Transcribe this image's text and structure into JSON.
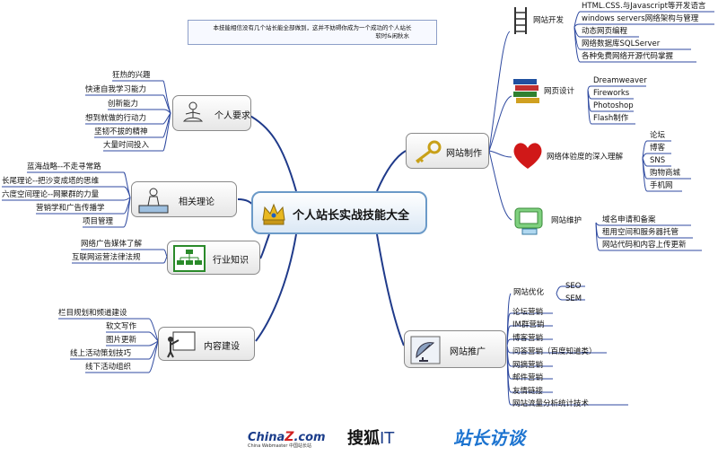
{
  "note": {
    "line1": "本技能相信没有几个站长能全部做到，这并不妨碍你成为一个成功的个人站长",
    "line2": "软时&闲秋水"
  },
  "center": {
    "title": "个人站长实战技能大全"
  },
  "left": {
    "personal": {
      "title": "个人要求",
      "items": [
        "狂热的兴趣",
        "快速自我学习能力",
        "创新能力",
        "想到就做的行动力",
        "坚韧不拔的精神",
        "大量时间投入"
      ]
    },
    "theory": {
      "title": "相关理论",
      "items": [
        "蓝海战略--不走寻常路",
        "长尾理论--把沙变成塔的思维",
        "六度空间理论--网聚群的力量",
        "营销学和广告传播学",
        "项目管理"
      ]
    },
    "industry": {
      "title": "行业知识",
      "items": [
        "网络广告媒体了解",
        "互联网运营法律法规"
      ]
    },
    "content": {
      "title": "内容建设",
      "items": [
        "栏目规划和频道建设",
        "软文写作",
        "图片更新",
        "线上活动策划技巧",
        "线下活动组织"
      ]
    }
  },
  "right": {
    "make": {
      "title": "网站制作",
      "dev": {
        "title": "网站开发",
        "items": [
          "HTML.CSS.与Javascript等开发语言",
          "windows servers网络架构与管理",
          "动态网页编程",
          "网络数据库SQLServer",
          "各种免费网络开源代码掌握"
        ]
      },
      "design": {
        "title": "网页设计",
        "items": [
          "Dreamweaver",
          "Fireworks",
          "Photoshop",
          "Flash制作"
        ]
      },
      "community": {
        "title": "网络体验度的深入理解",
        "items": [
          "论坛",
          "博客",
          "SNS",
          "购物商城",
          "手机网"
        ]
      },
      "maintain": {
        "title": "网站维护",
        "items": [
          "域名申请和备案",
          "租用空间和服务器托管",
          "网站代码和内容上传更新"
        ]
      }
    },
    "promo": {
      "title": "网站推广",
      "opt": {
        "title": "网站优化",
        "items": [
          "SEO",
          "SEM"
        ]
      },
      "items": [
        "论坛营销",
        "IM群营销",
        "博客营销",
        "问答营销（百度知道类）",
        "网摘营销",
        "邮件营销",
        "友情链接",
        "网站流量分析统计技术"
      ]
    }
  },
  "logos": {
    "china_main": "China",
    "china_z": "Z",
    "china_com": ".com",
    "china_sub": "China Webmaster 中国站长站",
    "sohu": "搜狐",
    "sohu_it": "IT",
    "zz": "站长访谈"
  },
  "colors": {
    "branch": "#1f3a8a",
    "line": "#2f4aa0",
    "heart": "#d01818",
    "key": "#c8a018",
    "zz": "#1d74d0"
  }
}
